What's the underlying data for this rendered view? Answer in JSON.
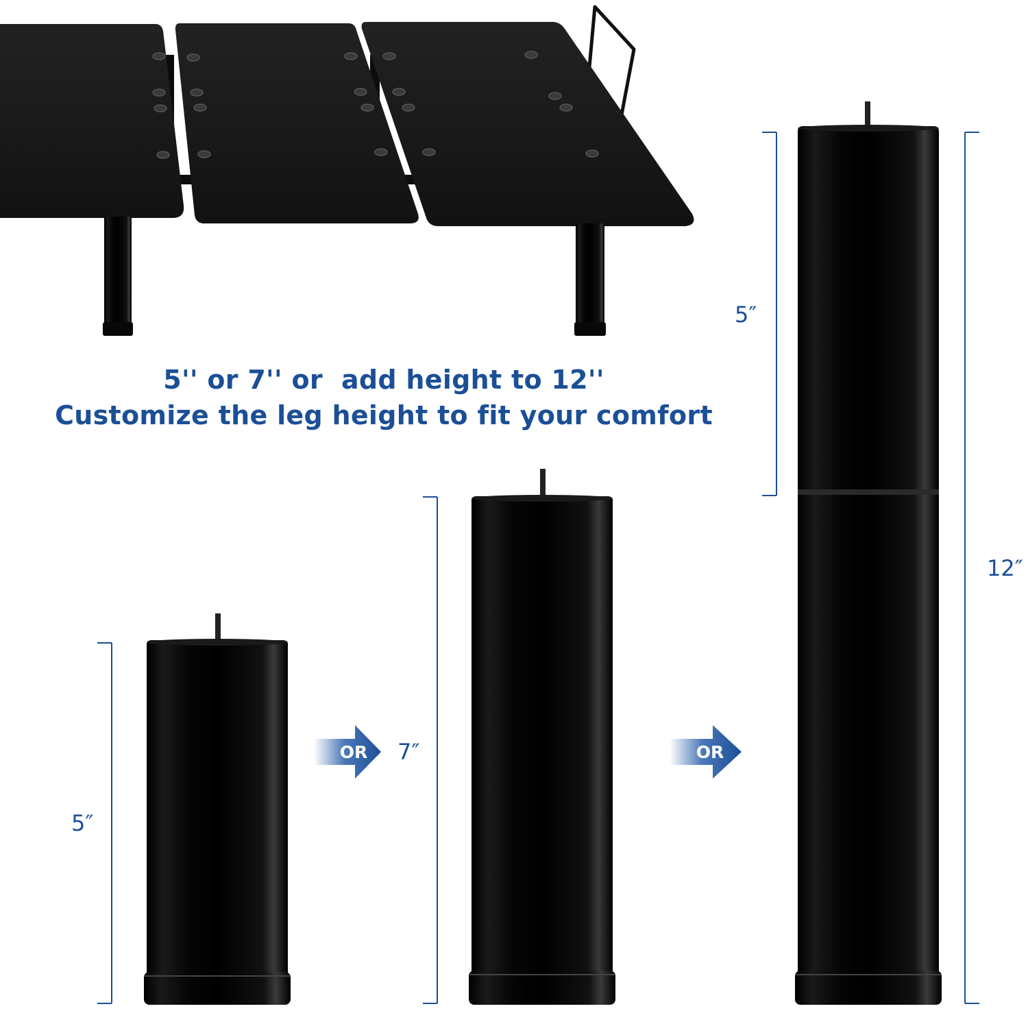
{
  "headline": {
    "line1": "5'' or 7'' or  add height to 12''",
    "line2": "Customize the leg height to fit your comfort"
  },
  "dimensions": {
    "leg_small": "5″",
    "leg_medium": "7″",
    "leg_tall_upper": "5″",
    "leg_tall_total": "12″"
  },
  "arrows": {
    "first": "OR",
    "second": "OR"
  },
  "colors": {
    "accent_blue": "#1b4f96",
    "dimension_line": "#1b4f96",
    "leg_black": "#050505",
    "bed_panel": "#1a1a1a"
  }
}
